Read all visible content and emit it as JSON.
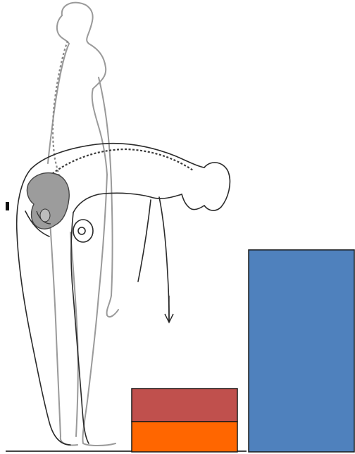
{
  "colors": {
    "background": "#ffffff",
    "ground_line": "#444444",
    "upright_outline": "#9a9a9a",
    "bent_outline": "#2a2a2a",
    "pelvis_fill": "#9c9c9c",
    "lower_block_small": "#ff6600",
    "upper_block_small": "#c0504d",
    "tall_block": "#4f81bd",
    "block_border": "#1a1a1a"
  },
  "figures": {
    "upright_posture": "standing-spine-outline",
    "bent_posture": "forward-bend-outline",
    "highlight": "pelvis-icon",
    "hand_motion": "downward-arrow-icon"
  },
  "blocks": [
    "orange-block",
    "red-block",
    "blue-block"
  ]
}
